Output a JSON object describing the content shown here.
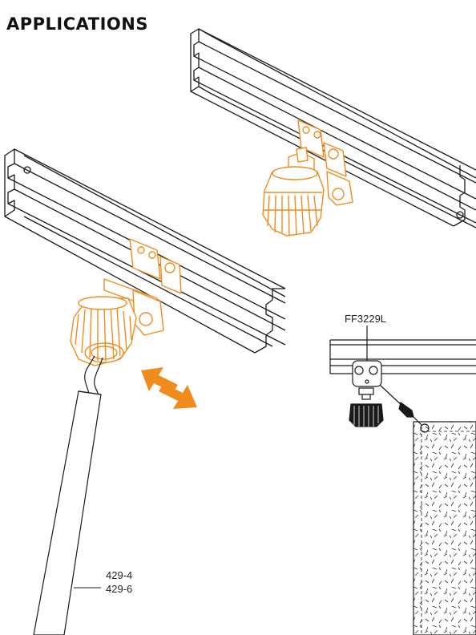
{
  "title": "APPLICATIONS",
  "labels": {
    "part_number_top": "FF3229L",
    "part_number_pole_1": "429-4",
    "part_number_pole_2": "429-6"
  },
  "colors": {
    "accent_orange": "#f08c1e",
    "line": "#1a1a1a"
  },
  "icons": {
    "arrow": "double-headed-arrow-icon"
  }
}
